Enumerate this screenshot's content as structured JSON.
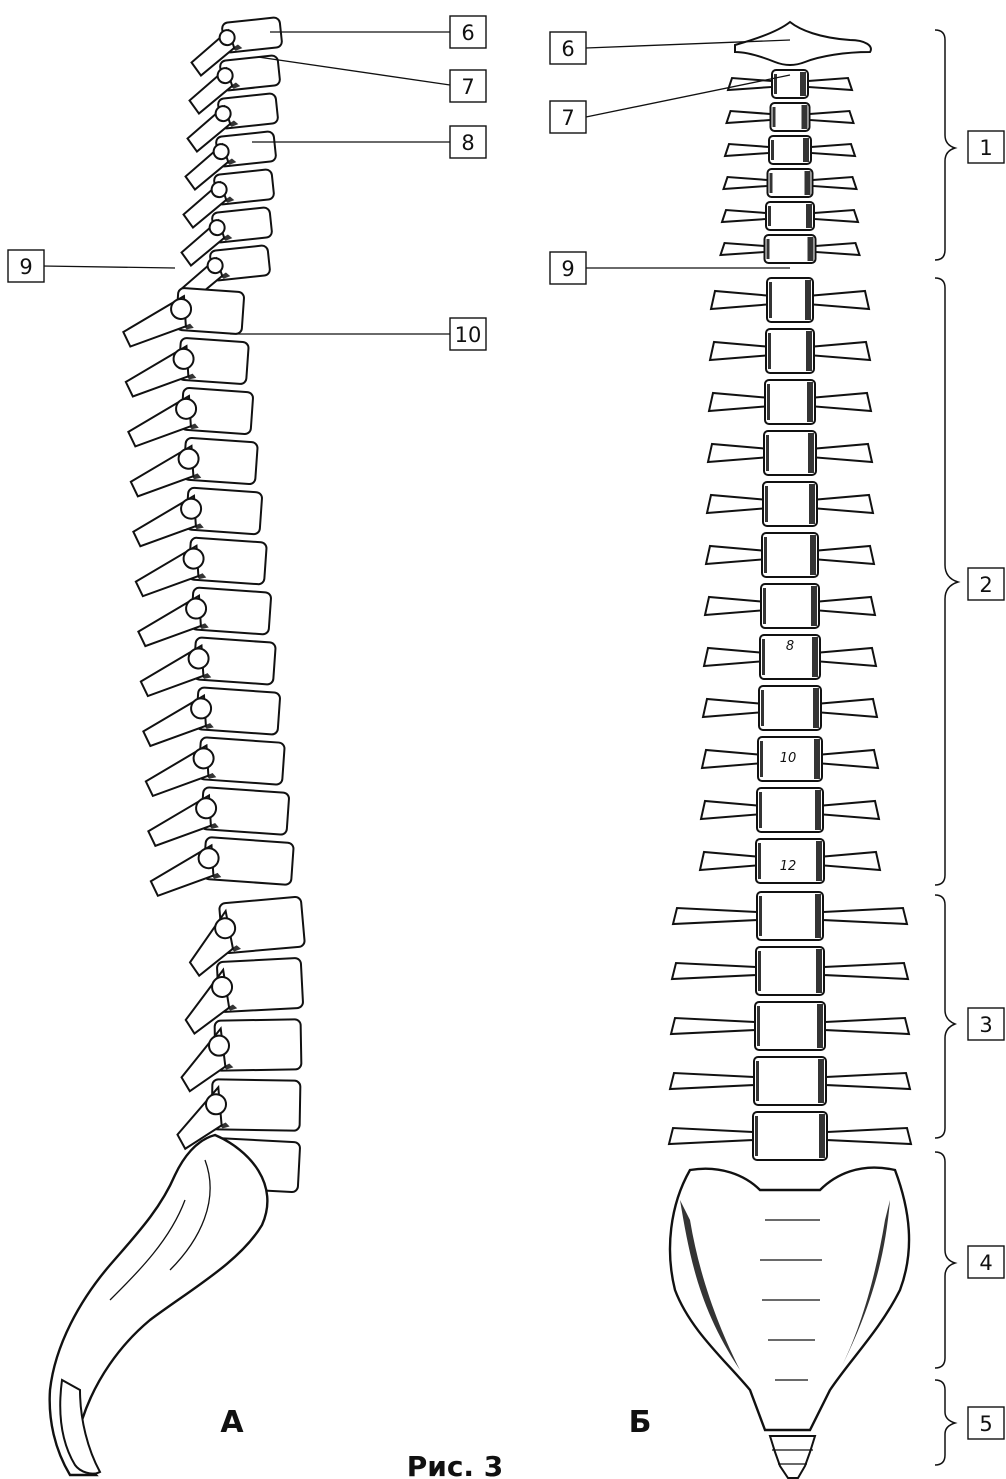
{
  "figure": {
    "caption": "Рис. 3",
    "view_a_label": "А",
    "view_b_label": "Б"
  },
  "lateral_view": {
    "callouts": [
      "6",
      "7",
      "8",
      "9",
      "10"
    ]
  },
  "anterior_view": {
    "callouts": [
      "6",
      "7",
      "9"
    ],
    "regions": [
      "1",
      "2",
      "3",
      "4",
      "5"
    ],
    "vertebra_markings": [
      "8",
      "10",
      "12"
    ]
  }
}
